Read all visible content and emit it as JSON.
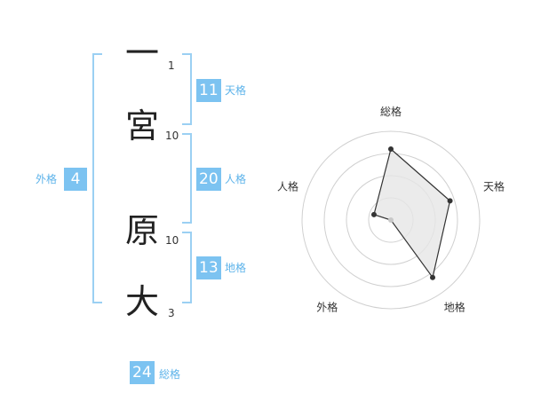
{
  "name": {
    "chars": [
      {
        "char": "一",
        "strokes": "1"
      },
      {
        "char": "宮",
        "strokes": "10"
      },
      {
        "char": "原",
        "strokes": "10"
      },
      {
        "char": "大",
        "strokes": "3"
      }
    ]
  },
  "fortune": {
    "tenkaku": {
      "label": "天格",
      "value": "11"
    },
    "jinkaku": {
      "label": "人格",
      "value": "20"
    },
    "chikaku": {
      "label": "地格",
      "value": "13"
    },
    "gaikaku": {
      "label": "外格",
      "value": "4"
    },
    "soukaku": {
      "label": "総格",
      "value": "24"
    }
  },
  "radar": {
    "axes": [
      "総格",
      "天格",
      "地格",
      "外格",
      "人格"
    ],
    "levels": 4,
    "values": [
      4,
      3.5,
      4,
      0,
      1
    ],
    "max": 5,
    "colors": {
      "ring": "#d0d0d0",
      "fill": "#e6e6e6",
      "line": "#333333",
      "center": "#c8c8c8"
    }
  }
}
